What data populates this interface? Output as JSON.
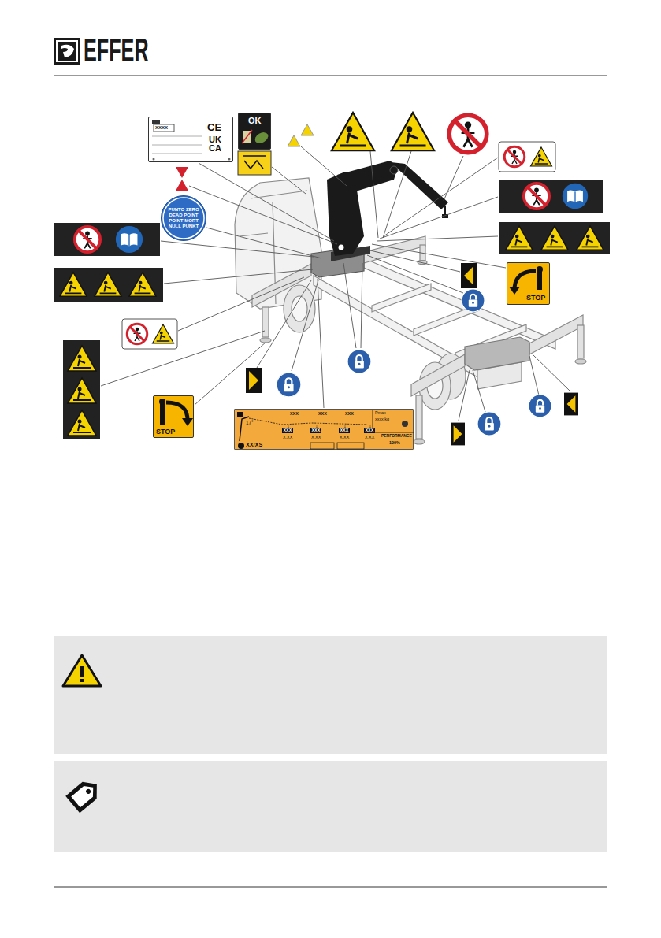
{
  "diagram": {
    "nodes": [
      {
        "text": [
          "XXXX",
          "CE",
          "UK CA"
        ]
      },
      {
        "text": [
          "OK"
        ]
      },
      {
        "text": [
          "PUNTO ZERO DEAD POINT POINT MORT NULL PUNKT"
        ]
      },
      {
        "text": [
          "STOP"
        ]
      },
      {
        "text": [
          "STOP"
        ]
      },
      {
        "text": [
          "17°",
          "XXX",
          "XXX",
          "XXX",
          "XXX",
          "X.XX",
          "XXX",
          "X.XX",
          "XXX",
          "X.XX",
          "XXX",
          "X.XX",
          "Pmax",
          "xxxx kg",
          "PERFORMANCE",
          "100%",
          "XX/XS"
        ]
      }
    ],
    "labels": [
      "EFFER"
    ]
  }
}
